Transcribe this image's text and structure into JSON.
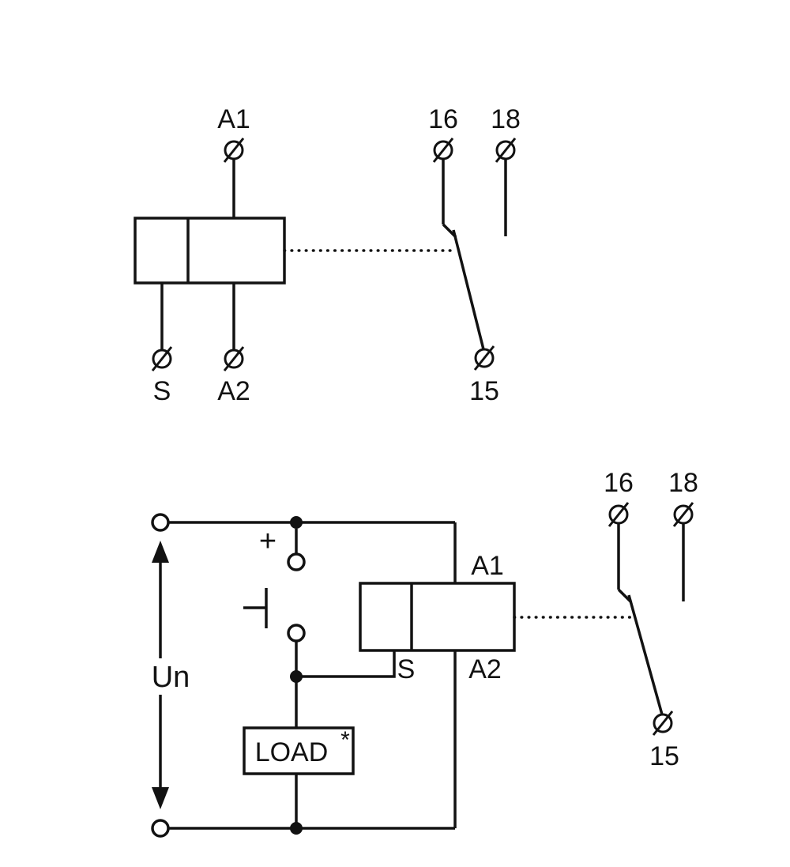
{
  "colors": {
    "line": "#121212",
    "background": "#ffffff"
  },
  "top_diagram": {
    "terminals": {
      "a1": "A1",
      "s": "S",
      "a2": "A2",
      "nc": "16",
      "no": "18",
      "common": "15"
    }
  },
  "bottom_diagram": {
    "terminals": {
      "a1": "A1",
      "s": "S",
      "a2": "A2",
      "nc": "16",
      "no": "18",
      "common": "15"
    },
    "labels": {
      "supply_voltage": "Un",
      "polarity_plus": "+",
      "load": "LOAD",
      "load_note_mark": "*"
    }
  }
}
